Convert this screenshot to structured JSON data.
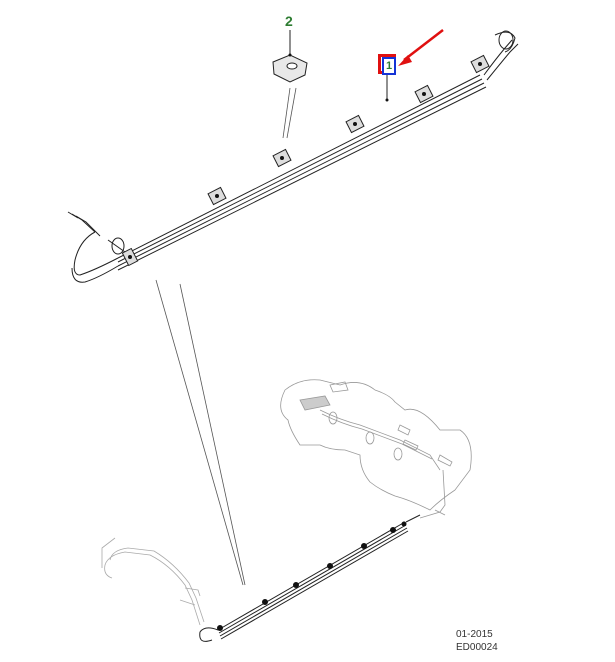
{
  "diagram": {
    "type": "exploded parts illustration",
    "subject": "fuel line assembly with retaining clips and fuel tank",
    "callouts": [
      {
        "number": "1",
        "part": "fuel line assembly",
        "highlighted": true,
        "highlight_border_color": "#e01010",
        "inner_border_color": "#1533d6"
      },
      {
        "number": "2",
        "part": "fuel line retaining clip"
      }
    ],
    "pointer_arrow": {
      "color": "#e01010",
      "points_to": "callout-1"
    },
    "label_color": "#2e7d32"
  },
  "footer": {
    "date_code": "01-2015",
    "illustration_id": "ED00024"
  }
}
